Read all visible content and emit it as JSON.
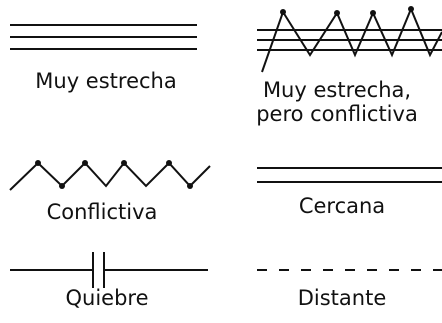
{
  "legend": {
    "items": [
      {
        "id": "very-close",
        "label_lines": [
          "Muy estrecha"
        ]
      },
      {
        "id": "very-close-conflict",
        "label_lines": [
          "Muy estrecha,",
          "pero conflictiva"
        ]
      },
      {
        "id": "conflict",
        "label_lines": [
          "Conflictiva"
        ]
      },
      {
        "id": "close",
        "label_lines": [
          "Cercana"
        ]
      },
      {
        "id": "broken",
        "label_lines": [
          "Quiebre"
        ]
      },
      {
        "id": "distant",
        "label_lines": [
          "Distante"
        ]
      }
    ],
    "line_color": "#111111"
  }
}
